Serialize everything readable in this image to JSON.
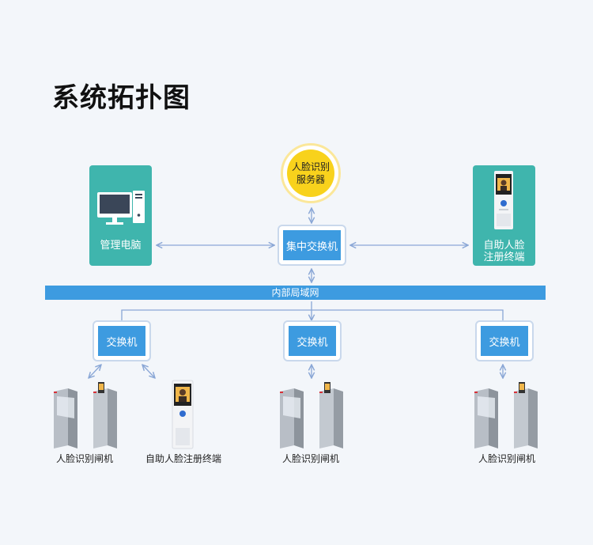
{
  "title": "系统拓扑图",
  "nodes": {
    "pc": {
      "label": "管理电脑"
    },
    "server": {
      "line1": "人脸识别",
      "line2": "服务器"
    },
    "core_switch": {
      "label": "集中交换机"
    },
    "kiosk_top": {
      "line1": "自助人脸",
      "line2": "注册终端"
    },
    "lan": {
      "label": "内部局域网"
    },
    "switches": [
      {
        "label": "交换机"
      },
      {
        "label": "交换机"
      },
      {
        "label": "交换机"
      }
    ],
    "devices": [
      {
        "label": "人脸识别闸机"
      },
      {
        "label": "自助人脸注册终端"
      },
      {
        "label": "人脸识别闸机"
      },
      {
        "label": "人脸识别闸机"
      }
    ]
  },
  "colors": {
    "card_teal": "#3fb5ad",
    "switch_blue": "#3d9be0",
    "server_yellow": "#f8d21c",
    "wire": "#8aa7d6"
  }
}
